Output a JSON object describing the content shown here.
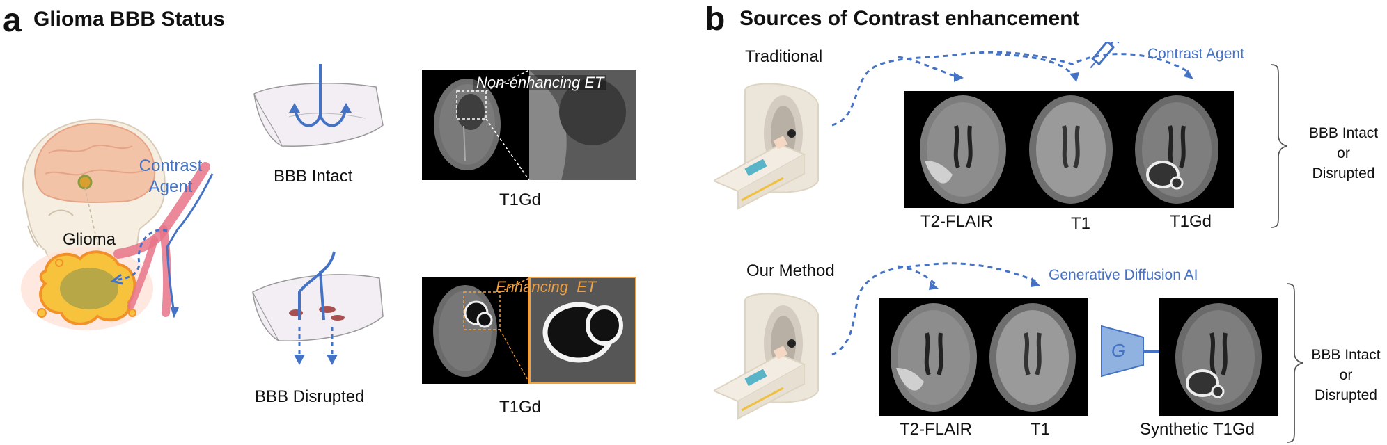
{
  "panel_a": {
    "letter": "a",
    "title": "Glioma BBB Status",
    "contrast_agent": "Contrast\nAgent",
    "glioma": "Glioma",
    "bbb_intact": "BBB Intact",
    "bbb_disrupted": "BBB Disrupted",
    "non_enhancing": "Non-enhancing ET",
    "enhancing": "Enhancing  ET",
    "t1gd_top": "T1Gd",
    "t1gd_bottom": "T1Gd"
  },
  "panel_b": {
    "letter": "b",
    "title": "Sources of Contrast enhancement",
    "traditional": "Traditional",
    "contrast_agent": "Contrast Agent",
    "our_method": "Our Method",
    "generative": "Generative Diffusion AI",
    "generator_symbol": "G",
    "bbb_status_top": "BBB Intact\nor\nDisrupted",
    "bbb_status_bottom": "BBB Intact\nor\nDisrupted",
    "top_images": [
      "T2-FLAIR",
      "T1",
      "T1Gd"
    ],
    "bottom_images": [
      "T2-FLAIR",
      "T1",
      "Synthetic T1Gd"
    ]
  },
  "colors": {
    "accent_blue": "#4472c4",
    "enhancing_orange": "#f0a040",
    "vessel_red": "#e8748a"
  }
}
